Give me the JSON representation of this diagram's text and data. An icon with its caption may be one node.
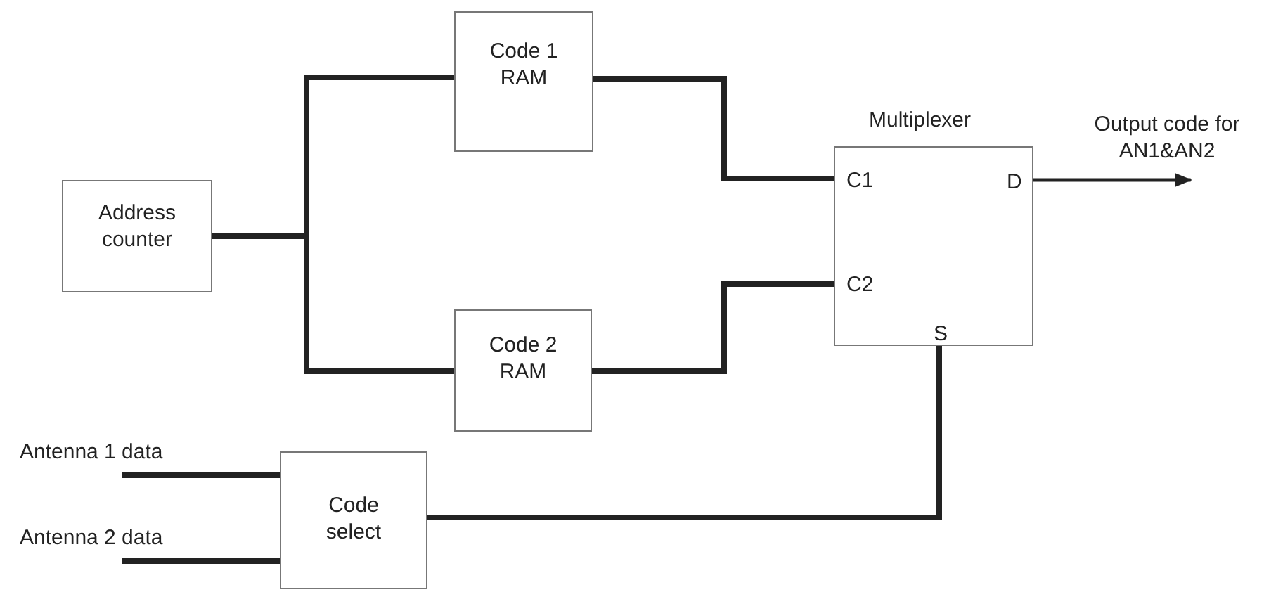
{
  "diagram": {
    "nodes": [
      {
        "text": [
          "Address counter"
        ]
      },
      {
        "text": [
          "Code 1 RAM"
        ]
      },
      {
        "text": [
          "Code 2 RAM"
        ]
      },
      {
        "text": [
          "Multiplexer",
          "C1",
          "C2",
          "D",
          "S"
        ]
      },
      {
        "text": [
          "Antenna 1 data"
        ]
      },
      {
        "text": [
          "Antenna 2 data"
        ]
      },
      {
        "text": [
          "Code select"
        ]
      },
      {
        "text": [
          "Output code for AN1&AN2"
        ]
      }
    ],
    "edges": [
      {
        "from": 0,
        "to": 1,
        "arrow": "none"
      },
      {
        "from": 0,
        "to": 2,
        "arrow": "none"
      },
      {
        "from": 1,
        "to": 3,
        "arrow": "none"
      },
      {
        "from": 2,
        "to": 3,
        "arrow": "none"
      },
      {
        "from": 4,
        "to": 6,
        "arrow": "none"
      },
      {
        "from": 5,
        "to": 6,
        "arrow": "none"
      },
      {
        "from": 6,
        "to": 3,
        "arrow": "none"
      },
      {
        "from": 3,
        "to": 7,
        "arrow": "to"
      }
    ]
  }
}
